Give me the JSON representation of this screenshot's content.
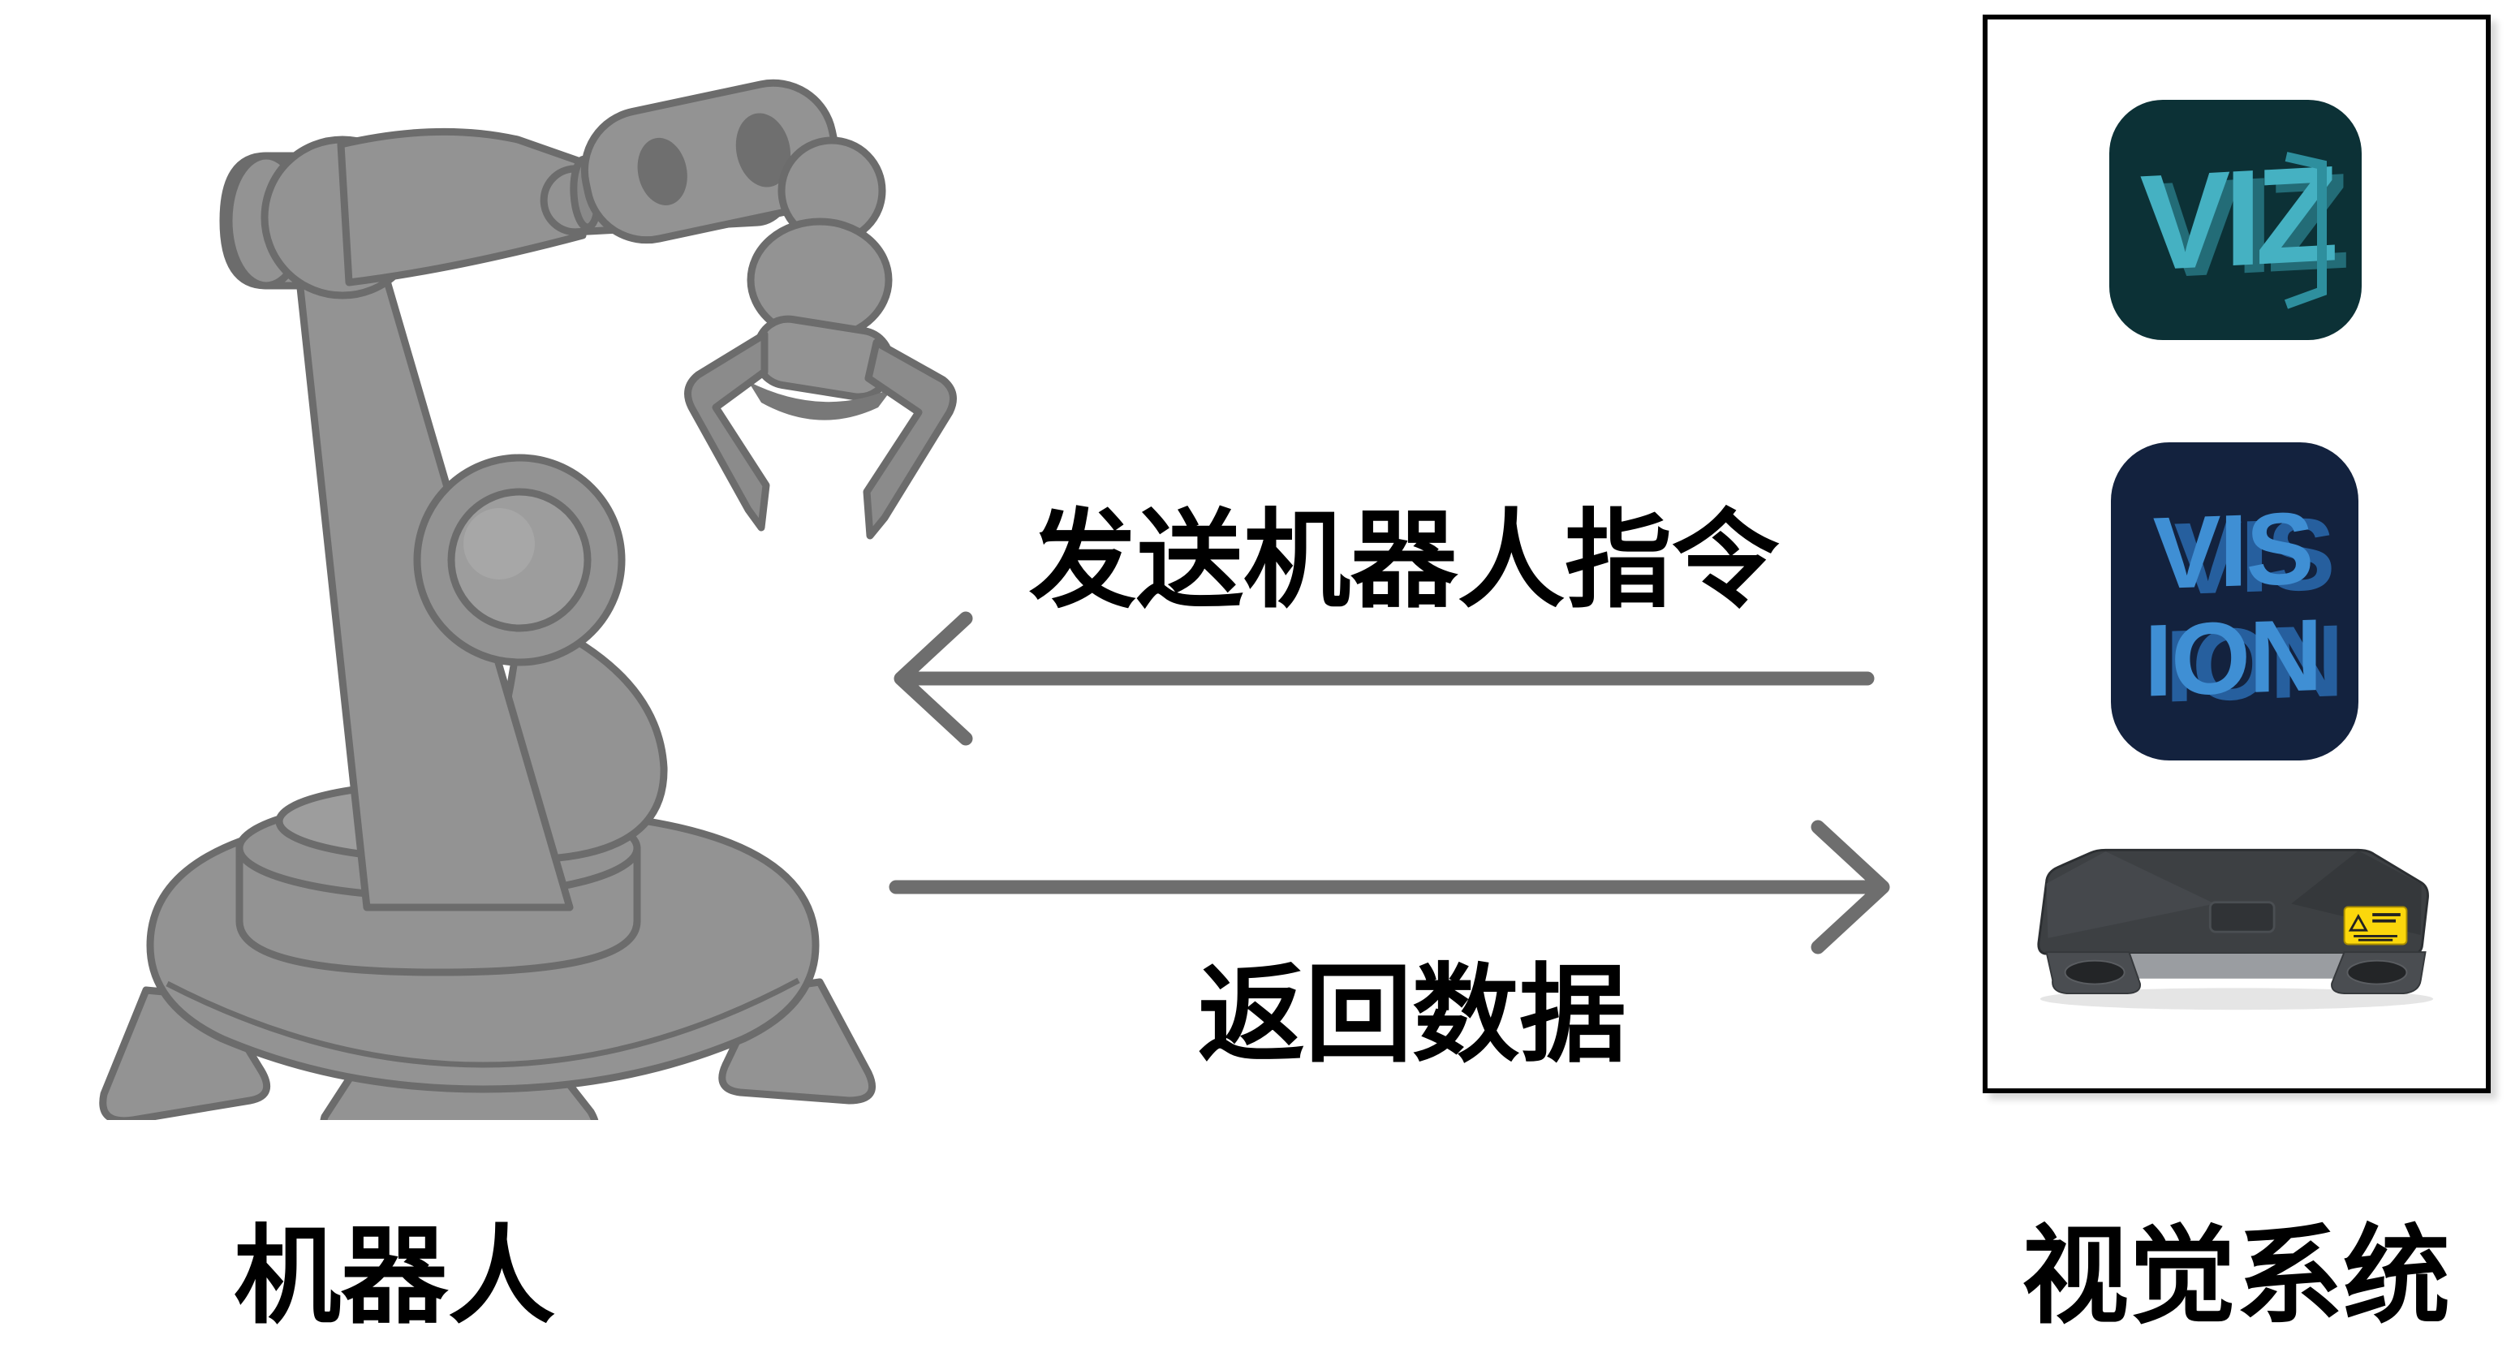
{
  "robot": {
    "label": "机器人"
  },
  "vision_system": {
    "label": "视觉系统"
  },
  "arrows": {
    "send_command": {
      "label": "发送机器人指令",
      "direction": "left"
    },
    "return_data": {
      "label": "返回数据",
      "direction": "right"
    }
  },
  "icons": {
    "viz": {
      "text": "VIZ",
      "bg": "#0c3136",
      "fg": "#45b1c2",
      "depth": "#236c77"
    },
    "vision": {
      "line1": "VIS",
      "line2": "ION",
      "bg": "#13223e",
      "fg": "#3f8fd4",
      "depth": "#265f9e"
    }
  },
  "colors": {
    "arrow": "#6e6e6e",
    "robot_fill": "#939393",
    "robot_outline": "#6c6c6c",
    "box_border": "#000000",
    "camera_body": "#3d4043",
    "camera_base": "#9a9da1",
    "warning_label": "#fbd70c"
  }
}
